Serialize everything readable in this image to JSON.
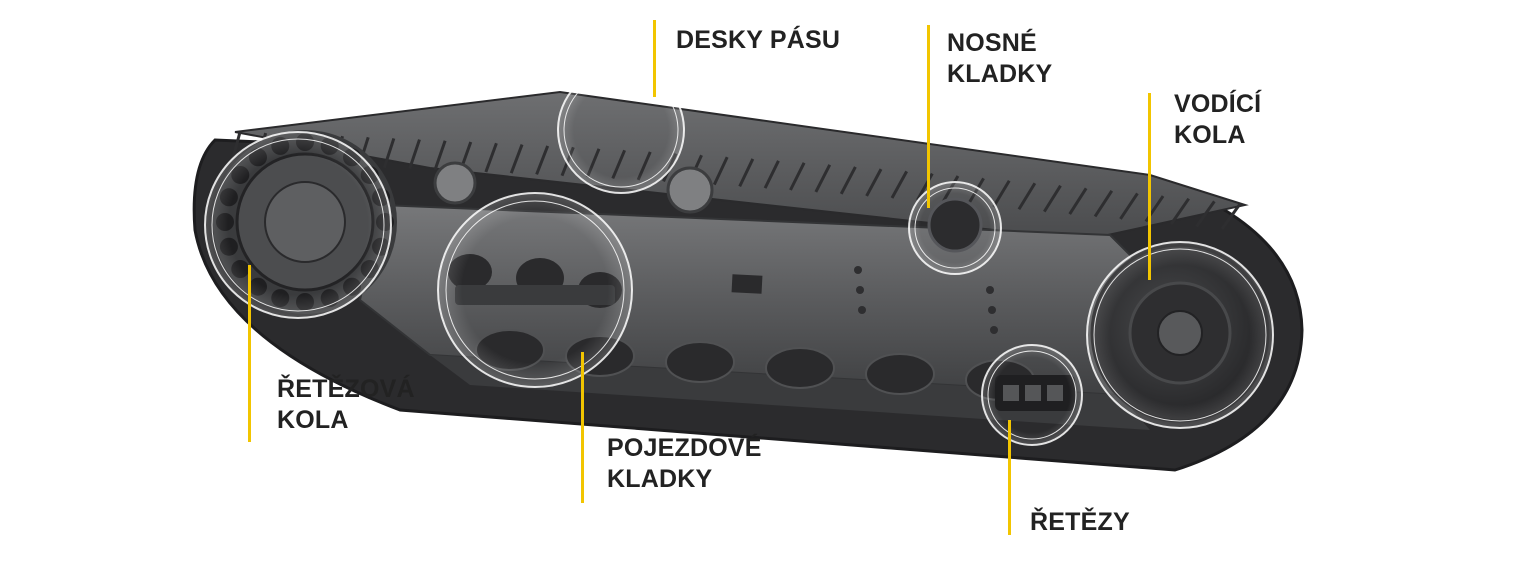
{
  "colors": {
    "accent": "#f2c500",
    "label_text": "#222222",
    "machine_dark": "#2f2f31",
    "machine_mid": "#5d5e60",
    "machine_light": "#8c8d8f"
  },
  "labels": {
    "desky_pasu": [
      "DESKY PÁSU"
    ],
    "nosne_kladky": [
      "NOSNÉ",
      "KLADKY"
    ],
    "vodici_kola": [
      "VODÍCÍ",
      "KOLA"
    ],
    "retezova_kola": [
      "ŘETĚZOVÁ",
      "KOLA"
    ],
    "pojezdove_kladky": [
      "POJEZDOVÉ",
      "KLADKY"
    ],
    "retezy": [
      "ŘETĚZY"
    ]
  }
}
